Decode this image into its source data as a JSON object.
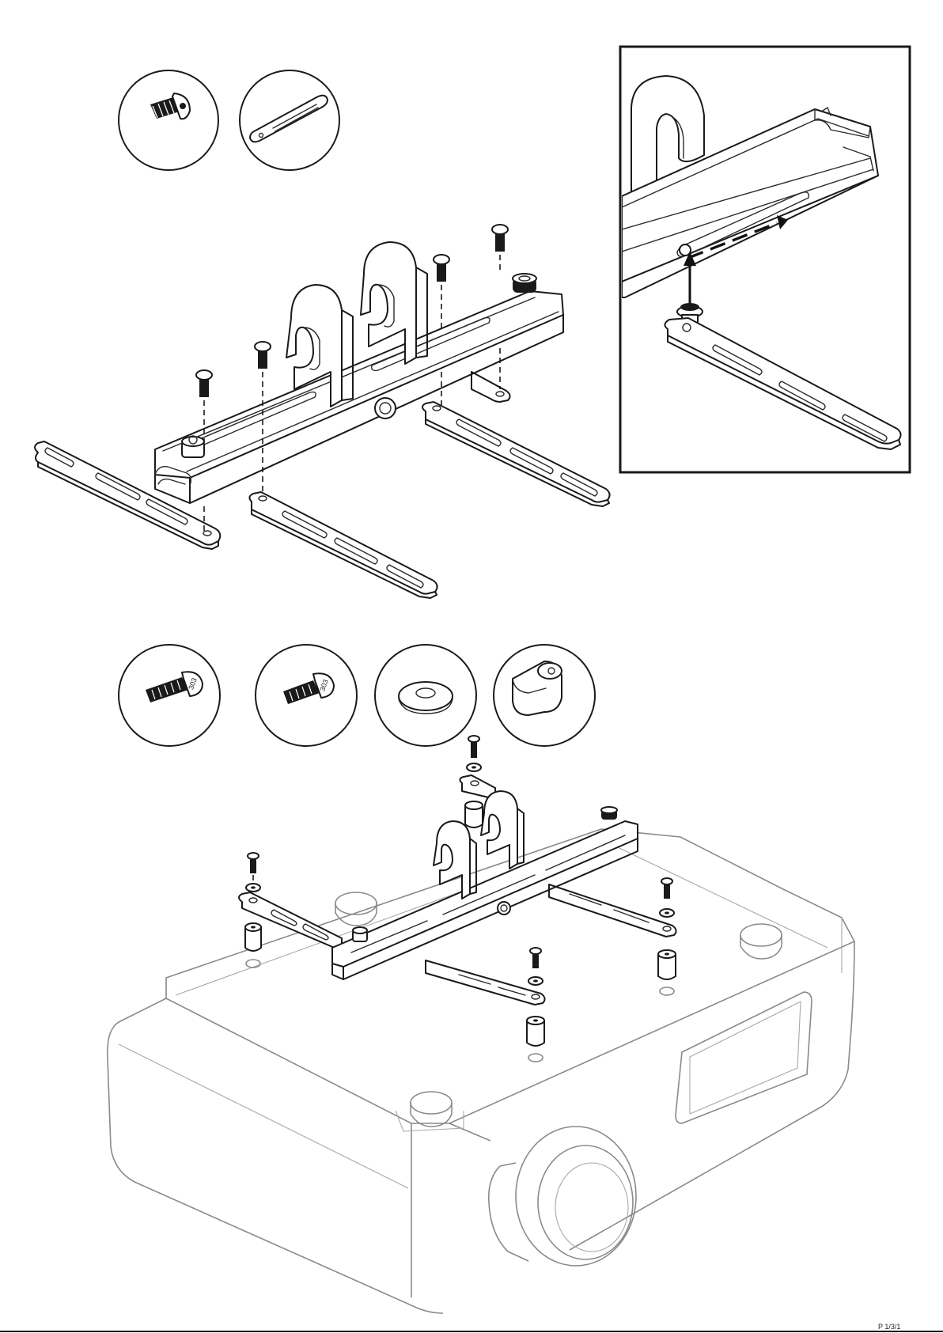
{
  "figure": {
    "step1": {
      "parts": [
        {
          "icon": "socket-head-bolt-icon"
        },
        {
          "icon": "slotted-bracket-arm-icon"
        }
      ]
    },
    "detail_inset": {
      "icon": "slide-arm-into-channel-detail"
    },
    "step2": {
      "parts": [
        {
          "icon": "pan-head-screw-long-icon"
        },
        {
          "icon": "pan-head-screw-short-icon"
        },
        {
          "icon": "flat-washer-icon"
        },
        {
          "icon": "spacer-icon"
        }
      ]
    },
    "screw_marking": "303",
    "corner_text": "P 1/3/1"
  },
  "colors": {
    "line": "#1a1a1a",
    "projector": "#8a8a8a",
    "background": "#ffffff"
  }
}
